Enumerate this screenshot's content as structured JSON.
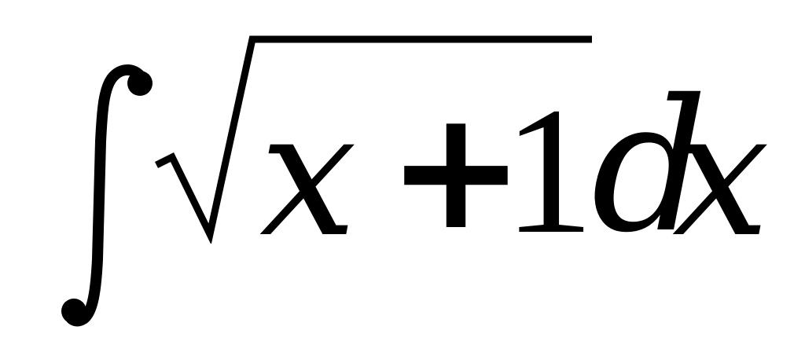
{
  "expression": {
    "radicand": {
      "variable": "x",
      "operator": "+",
      "constant": "1"
    },
    "differential": {
      "d": "d",
      "variable": "x"
    }
  },
  "colors": {
    "ink": "#000000",
    "background": "#ffffff"
  },
  "icons": {
    "integral": "integral-sign",
    "radical": "square-root-sign"
  }
}
